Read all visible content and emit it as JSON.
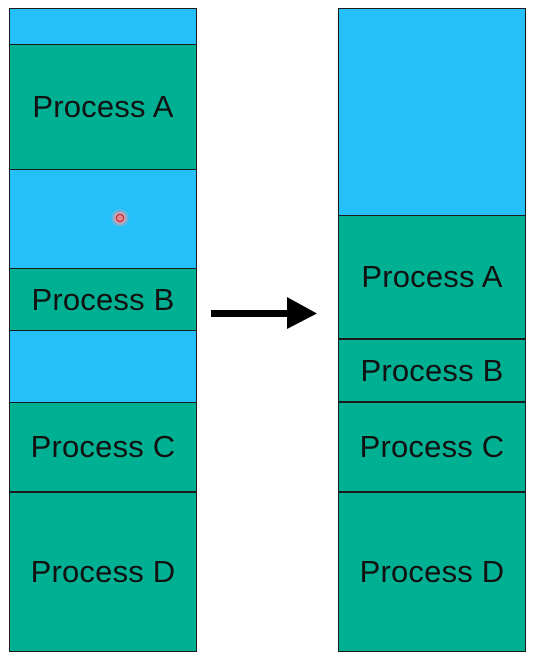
{
  "diagram": {
    "before": {
      "blocks": [
        {
          "kind": "free",
          "label": ""
        },
        {
          "kind": "process",
          "label": "Process A"
        },
        {
          "kind": "free",
          "label": ""
        },
        {
          "kind": "process",
          "label": "Process B"
        },
        {
          "kind": "free",
          "label": ""
        },
        {
          "kind": "process",
          "label": "Process C"
        },
        {
          "kind": "process",
          "label": "Process D"
        }
      ]
    },
    "after": {
      "blocks": [
        {
          "kind": "free",
          "label": ""
        },
        {
          "kind": "process",
          "label": "Process A"
        },
        {
          "kind": "process",
          "label": "Process B"
        },
        {
          "kind": "process",
          "label": "Process C"
        },
        {
          "kind": "process",
          "label": "Process D"
        }
      ]
    },
    "arrow_direction": "right",
    "colors": {
      "free_memory": "#25c0fa",
      "process": "#00b092",
      "border": "#1a1a1a",
      "arrow": "#000000",
      "pointer": "#d01818"
    }
  }
}
